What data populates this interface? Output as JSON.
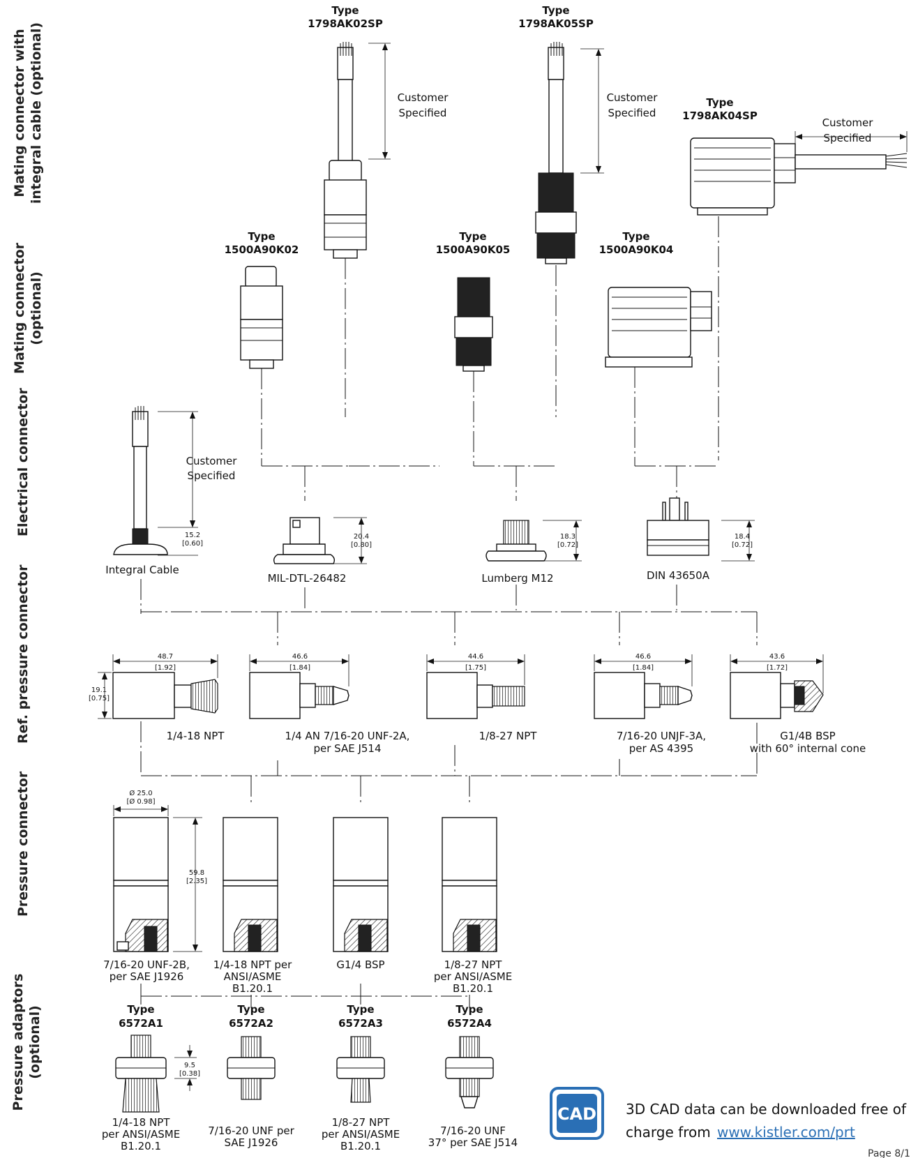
{
  "row_labels": {
    "mating_cable": "Mating connector with integral cable (optional)",
    "mating_cable_line1": "Mating connector with",
    "mating_cable_line2": "integral cable (optional)",
    "mating_line1": "Mating connector",
    "mating_line2": "(optional)",
    "electrical": "Electrical connector",
    "ref_pressure": "Ref. pressure connector",
    "pressure": "Pressure connector",
    "adaptors_line1": "Pressure adaptors",
    "adaptors_line2": "(optional)"
  },
  "cable_connectors": [
    {
      "type_label": "Type",
      "type": "1798AK02SP",
      "dim_line1": "Customer",
      "dim_line2": "Specified"
    },
    {
      "type_label": "Type",
      "type": "1798AK05SP",
      "dim_line1": "Customer",
      "dim_line2": "Specified"
    },
    {
      "type_label": "Type",
      "type": "1798AK04SP",
      "dim_line1": "Customer",
      "dim_line2": "Specified"
    }
  ],
  "mating_connectors": [
    {
      "type_label": "Type",
      "type": "1500A90K02"
    },
    {
      "type_label": "Type",
      "type": "1500A90K05"
    },
    {
      "type_label": "Type",
      "type": "1500A90K04"
    }
  ],
  "electrical_connectors": [
    {
      "name": "Integral Cable",
      "dim": "15.2",
      "dim_in": "[0.60]",
      "cable_line1": "Customer",
      "cable_line2": "Specified"
    },
    {
      "name": "MIL-DTL-26482",
      "dim": "20.4",
      "dim_in": "[0.80]"
    },
    {
      "name": "Lumberg M12",
      "dim": "18.3",
      "dim_in": "[0.72]"
    },
    {
      "name": "DIN 43650A",
      "dim": "18.4",
      "dim_in": "[0.72]"
    }
  ],
  "ref_connectors": [
    {
      "label_line1": "1/4-18 NPT",
      "label_line2": "",
      "dim": "48.7",
      "dim_in": "[1.92]",
      "height": "19.1",
      "height_in": "[0.75]"
    },
    {
      "label_line1": "1/4 AN 7/16-20 UNF-2A,",
      "label_line2": "per SAE J514",
      "dim": "46.6",
      "dim_in": "[1.84]"
    },
    {
      "label_line1": "1/8-27 NPT",
      "label_line2": "",
      "dim": "44.6",
      "dim_in": "[1.75]"
    },
    {
      "label_line1": "7/16-20 UNJF-3A,",
      "label_line2": "per AS 4395",
      "dim": "46.6",
      "dim_in": "[1.84]"
    },
    {
      "label_line1": "G1/4B BSP",
      "label_line2": "with 60° internal cone",
      "dim": "43.6",
      "dim_in": "[1.72]"
    }
  ],
  "pressure_connectors": [
    {
      "line1": "7/16-20 UNF-2B,",
      "line2": "per SAE J1926",
      "line3": "",
      "dia": "Ø 25.0",
      "dia_in": "[Ø 0.98]",
      "height": "59.8",
      "height_in": "[2.35]"
    },
    {
      "line1": "1/4-18 NPT per",
      "line2": "ANSI/ASME",
      "line3": "B1.20.1"
    },
    {
      "line1": "G1/4 BSP",
      "line2": "",
      "line3": ""
    },
    {
      "line1": "1/8-27 NPT",
      "line2": "per ANSI/ASME",
      "line3": "B1.20.1"
    }
  ],
  "adaptors": [
    {
      "type_label": "Type",
      "type": "6572A1",
      "line1": "1/4-18 NPT",
      "line2": "per ANSI/ASME",
      "line3": "B1.20.1",
      "dim": "9.5",
      "dim_in": "[0.38]"
    },
    {
      "type_label": "Type",
      "type": "6572A2",
      "line1": "7/16-20 UNF per",
      "line2": "SAE J1926",
      "line3": ""
    },
    {
      "type_label": "Type",
      "type": "6572A3",
      "line1": "1/8-27 NPT",
      "line2": "per ANSI/ASME",
      "line3": "B1.20.1"
    },
    {
      "type_label": "Type",
      "type": "6572A4",
      "line1": "7/16-20 UNF",
      "line2": "37° per SAE J514",
      "line3": ""
    }
  ],
  "cad_note": {
    "icon_text": "CAD",
    "line1": "3D CAD data can be downloaded free of",
    "line2_prefix": "charge from ",
    "link": "www.kistler.com/prt",
    "page": "Page 8/1"
  },
  "colors": {
    "cad_blue": "#2a6fb5",
    "line": "#111111"
  }
}
